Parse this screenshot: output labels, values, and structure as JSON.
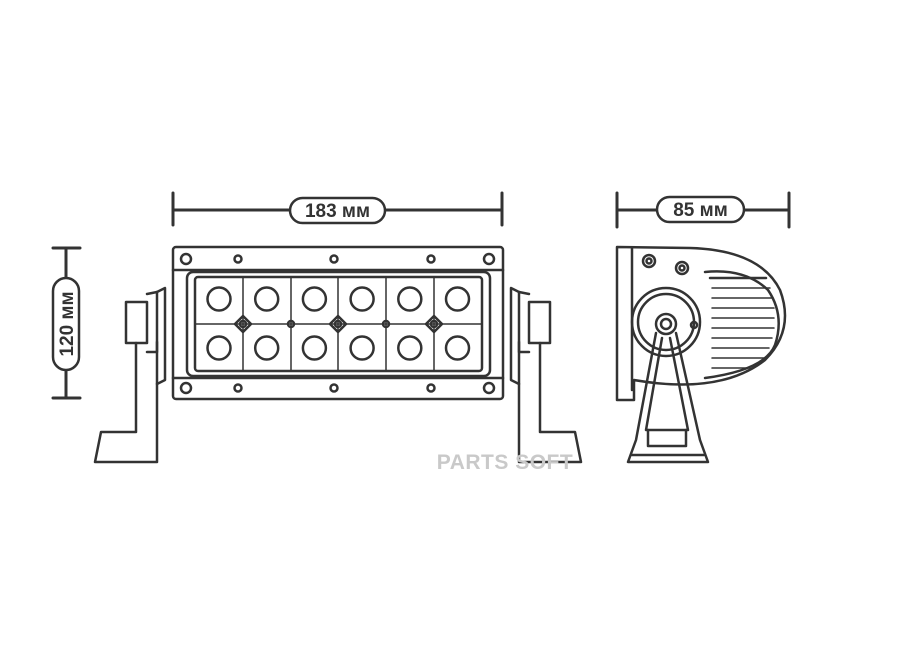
{
  "dimensions": {
    "width": "183 мм",
    "depth": "85 мм",
    "height": "120 мм"
  },
  "watermark": "PARTS SOFT",
  "leds": {
    "rows": 2,
    "per_row": 6
  },
  "colors": {
    "line": "#333333",
    "watermark": "#c9c9c9",
    "background": "#ffffff"
  }
}
